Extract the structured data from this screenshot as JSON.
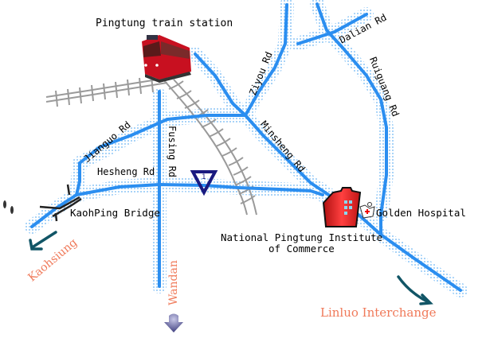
{
  "map": {
    "landmarks": {
      "train_station": "Pingtung train station",
      "bridge": "KaohPing Bridge",
      "institute_line1": "National Pingtung Institute",
      "institute_line2": "of Commerce",
      "hospital": "Golden Hospital",
      "marker_number": "1"
    },
    "roads": {
      "dalian": "Dalian Rd",
      "ruiguang": "Ruiguang Rd",
      "ziyou": "Ziyou Rd",
      "jianguo": "Jianguo Rd",
      "fusing": "Fusing Rd",
      "minsheng": "Minsheng Rd",
      "hesheng": "Hesheng Rd"
    },
    "destinations": {
      "kaohsiung": "Kaohsiung",
      "wandan": "Wandan",
      "linluo": "Linluo Interchange"
    },
    "colors": {
      "road": "#2b8ef0",
      "road_halo": "#9fcff8",
      "rail": "#9a9a9a",
      "destination_text": "#f07a5a",
      "arrow": "#115566",
      "marker": "#1a1a80",
      "building": "#e02020"
    }
  }
}
